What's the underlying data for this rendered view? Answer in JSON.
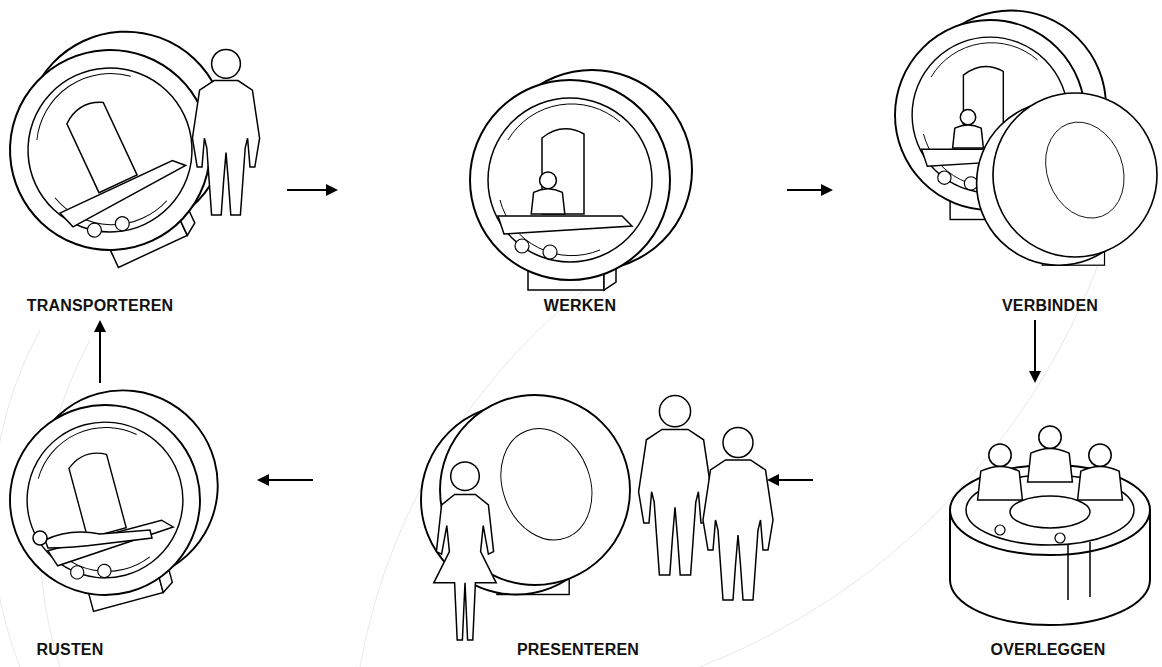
{
  "diagram": {
    "nodes": [
      {
        "text": [
          "TRANSPORTEREN"
        ]
      },
      {
        "text": [
          "WERKEN"
        ]
      },
      {
        "text": [
          "VERBINDEN"
        ]
      },
      {
        "text": [
          "RUSTEN"
        ]
      },
      {
        "text": [
          "PRESENTEREN"
        ]
      },
      {
        "text": [
          "OVERLEGGEN"
        ]
      }
    ],
    "edges": [
      {
        "from": 0,
        "to": 1,
        "arrow": "to"
      },
      {
        "from": 1,
        "to": 2,
        "arrow": "to"
      },
      {
        "from": 2,
        "to": 5,
        "arrow": "to"
      },
      {
        "from": 5,
        "to": 4,
        "arrow": "to"
      },
      {
        "from": 4,
        "to": 3,
        "arrow": "to"
      },
      {
        "from": 3,
        "to": 0,
        "arrow": "to"
      }
    ]
  }
}
